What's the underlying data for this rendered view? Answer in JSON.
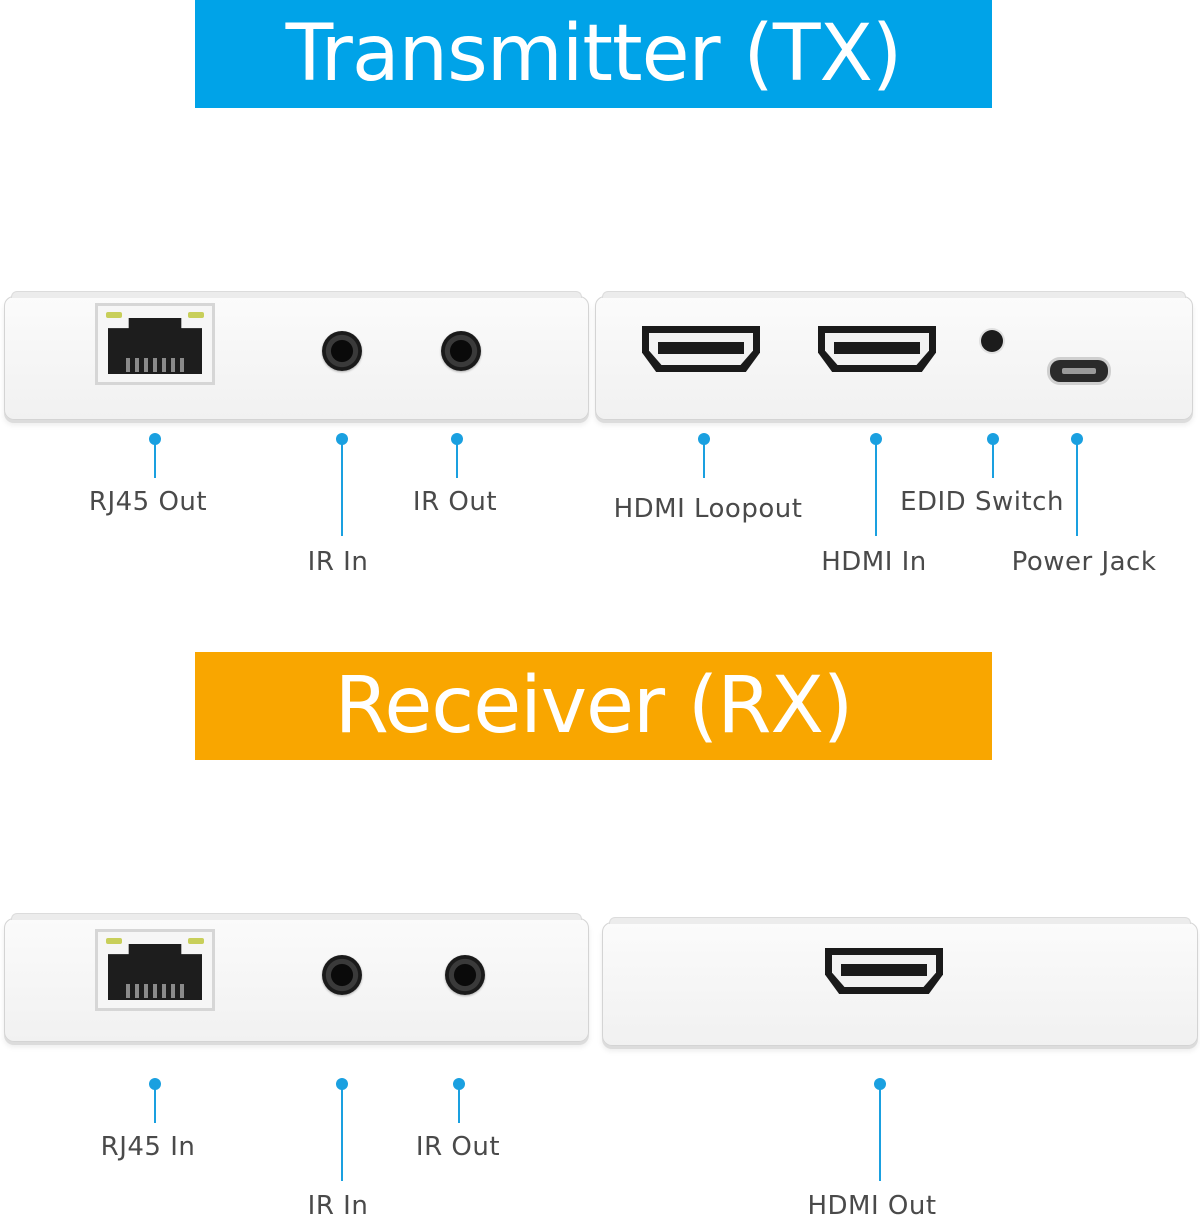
{
  "colors": {
    "tx_banner": "#00a3e8",
    "rx_banner": "#f9a600",
    "callout": "#1aa0e0"
  },
  "transmitter": {
    "title": "Transmitter (TX)",
    "labels": {
      "rj45_out": "RJ45 Out",
      "ir_in": "IR In",
      "ir_out": "IR Out",
      "hdmi_loopout": "HDMI Loopout",
      "hdmi_in": "HDMI In",
      "edid_switch": "EDID Switch",
      "power_jack": "Power Jack"
    }
  },
  "receiver": {
    "title": "Receiver (RX)",
    "labels": {
      "rj45_in": "RJ45 In",
      "ir_in": "IR In",
      "ir_out": "IR Out",
      "hdmi_out": "HDMI Out"
    }
  }
}
